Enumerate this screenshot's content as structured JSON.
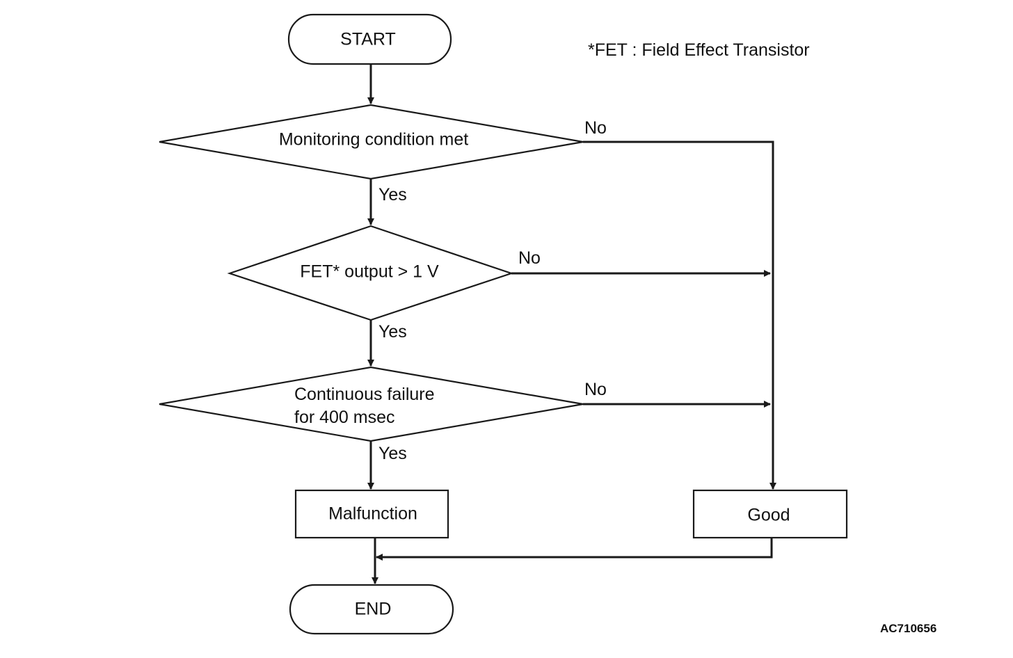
{
  "footnote": "*FET : Field Effect Transistor",
  "reference_code": "AC710656",
  "nodes": {
    "start": "START",
    "monitoring": "Monitoring condition met",
    "fet_output": "FET* output > 1 V",
    "continuous_line1": "Continuous failure",
    "continuous_line2": "for 400 msec",
    "malfunction": "Malfunction",
    "good": "Good",
    "end": "END"
  },
  "edges": {
    "monitoring_yes": "Yes",
    "monitoring_no": "No",
    "fet_yes": "Yes",
    "fet_no": "No",
    "continuous_yes": "Yes",
    "continuous_no": "No"
  }
}
